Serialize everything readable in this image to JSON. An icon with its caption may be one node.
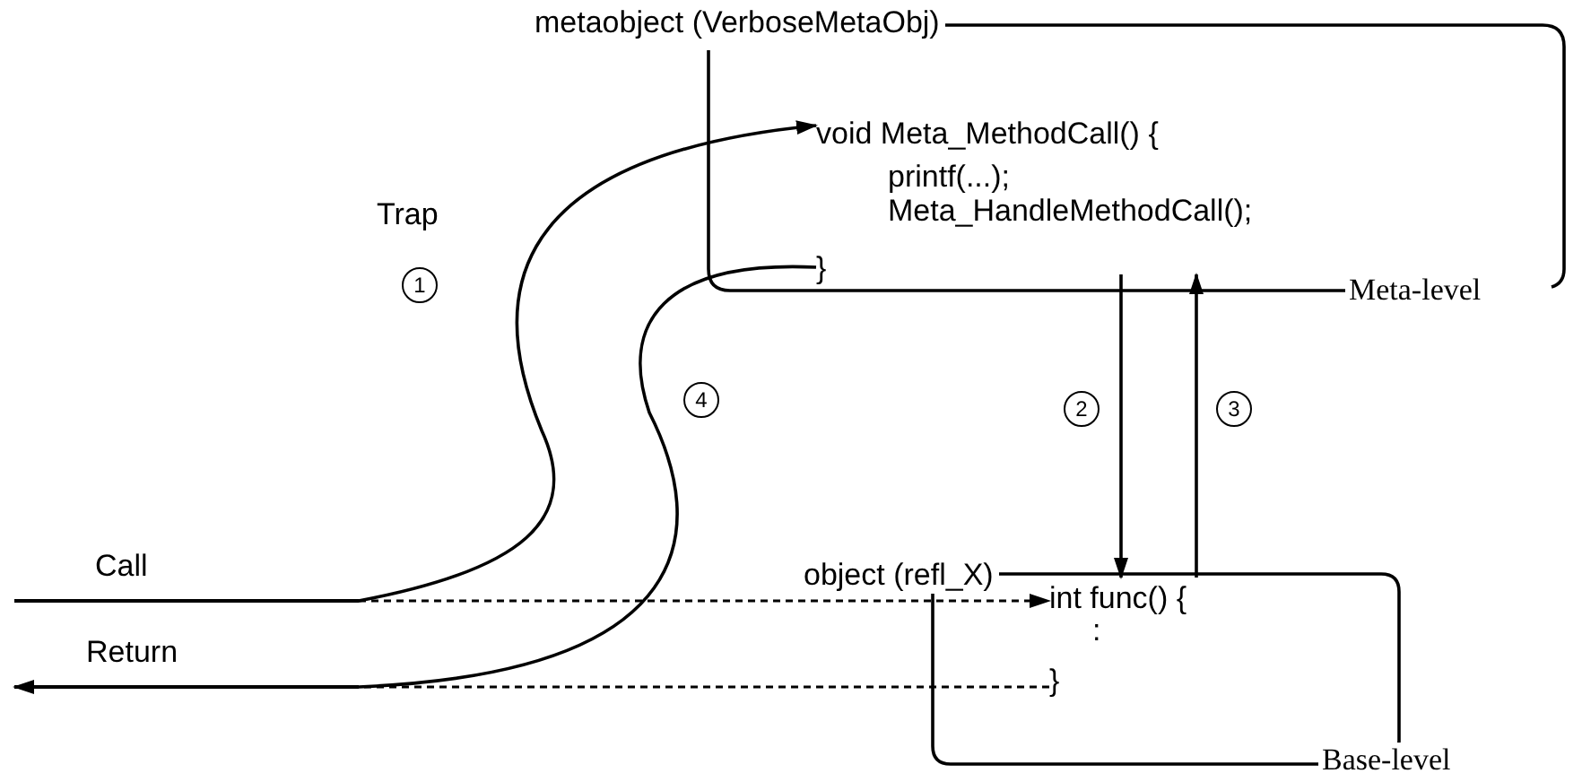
{
  "diagram": {
    "nodes": [
      {
        "text": [
          "metaobject (VerboseMetaObj)"
        ],
        "beside": [
          "Meta-level"
        ]
      },
      {
        "text": [
          "void Meta_MethodCall() {",
          "printf(...);",
          "Meta_HandleMethodCall();",
          "}"
        ],
        "in": 0
      },
      {
        "text": [
          "object (refl_X)"
        ],
        "beside": [
          "Base-level"
        ]
      },
      {
        "text": [
          "int func() {",
          ":",
          "}"
        ],
        "in": 2
      },
      {
        "text": [
          "Call"
        ]
      },
      {
        "text": [
          "Return"
        ]
      }
    ],
    "edges": [
      {
        "from": 4,
        "to": 1,
        "arrow": "to",
        "label": "1"
      },
      {
        "from": 4,
        "to": 3,
        "arrow": "to",
        "style": "dashed"
      },
      {
        "from": 1,
        "to": 3,
        "arrow": "to",
        "label": "2"
      },
      {
        "from": 3,
        "to": 1,
        "arrow": "to",
        "label": "3"
      },
      {
        "from": 1,
        "to": 5,
        "arrow": "to",
        "label": "4"
      },
      {
        "from": 3,
        "to": 5,
        "arrow": "none",
        "style": "dashed"
      }
    ],
    "labels": [
      "Trap"
    ]
  }
}
